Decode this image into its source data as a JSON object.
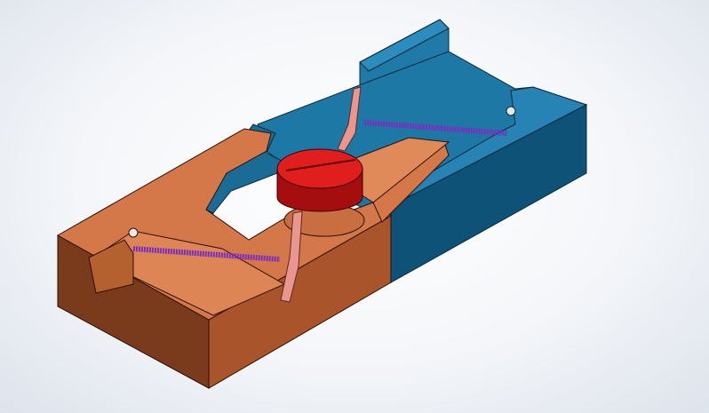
{
  "viewport": {
    "background": "#eef1f6"
  },
  "model": {
    "parts": [
      {
        "name": "orange-housing",
        "color": "#d4784a",
        "shade": "#7a3a1c"
      },
      {
        "name": "blue-housing",
        "color": "#1f7aa8",
        "shade": "#0f4d6e"
      },
      {
        "name": "red-knob",
        "color": "#e01e1e",
        "shade": "#a50e0e"
      },
      {
        "name": "pink-blade",
        "color": "#e8968e"
      },
      {
        "name": "purple-spring",
        "color": "#7a2fc0"
      }
    ]
  }
}
